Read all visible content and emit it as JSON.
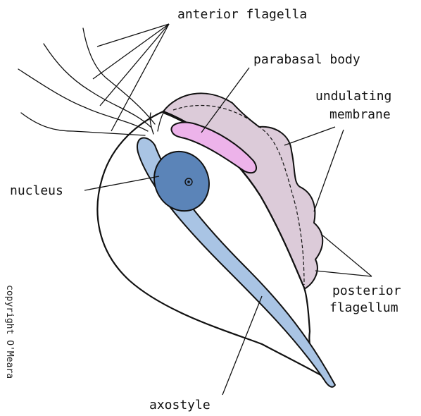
{
  "labels": {
    "anterior_flagella": "anterior flagella",
    "parabasal_body": "parabasal body",
    "undulating_line1": "undulating",
    "undulating_line2": "membrane",
    "nucleus": "nucleus",
    "posterior_line1": "posterior",
    "posterior_line2": "flagellum",
    "axostyle": "axostyle"
  },
  "credit": "copyright O'Meara",
  "colors": {
    "membrane": "#dccbd9",
    "parabasal": "#edb3ea",
    "nucleus": "#5b84b8",
    "axostyle": "#a9c4e4",
    "outline": "#111111"
  }
}
